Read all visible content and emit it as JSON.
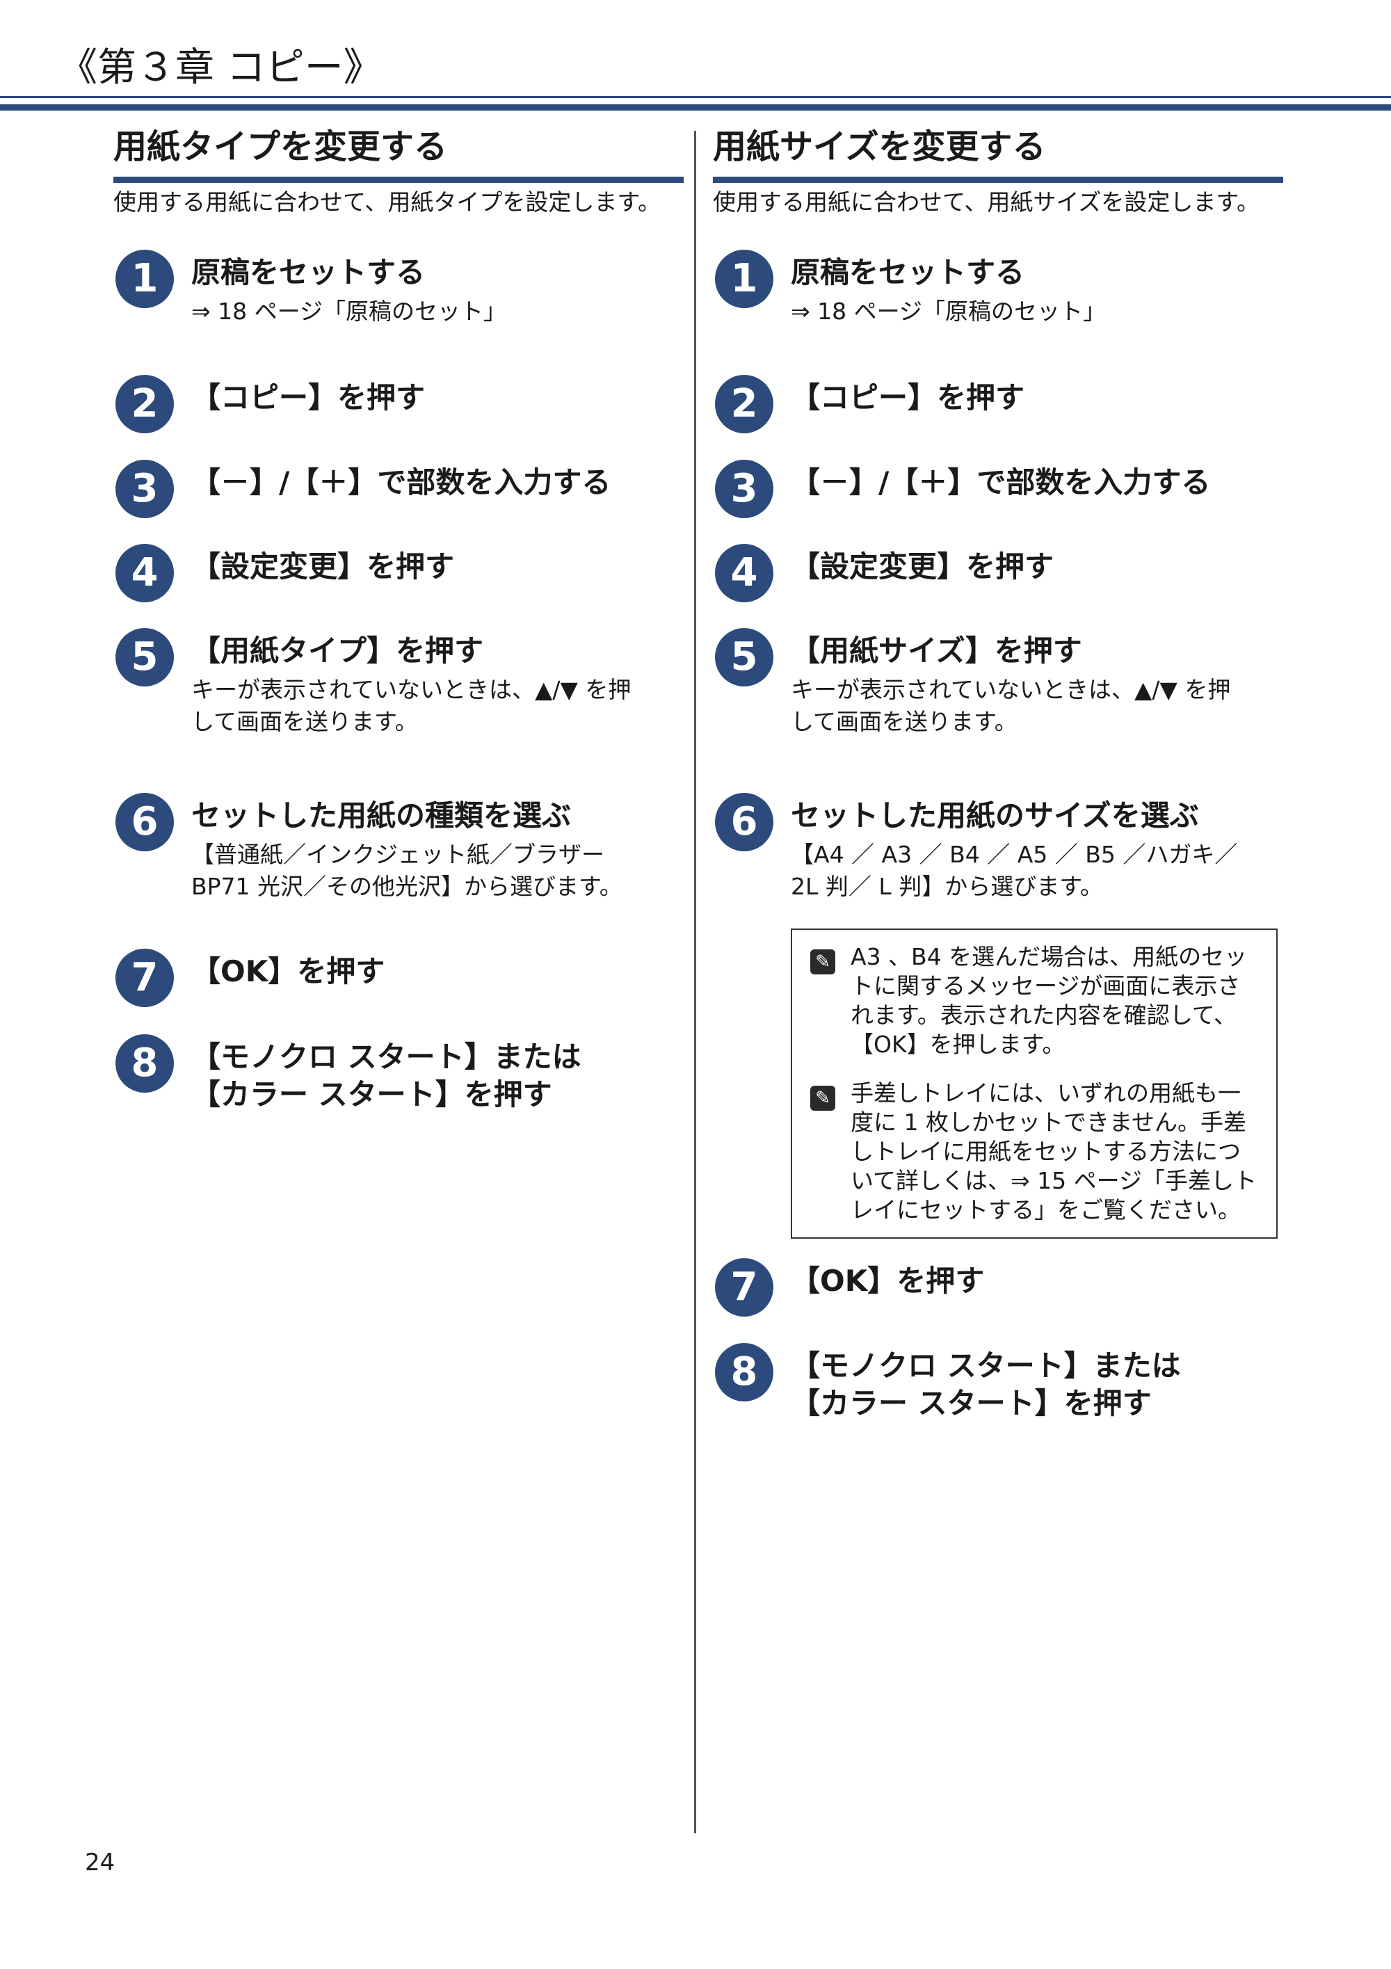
{
  "header": {
    "chapter_title": "《第３章 コピー》"
  },
  "page_number": "24",
  "colors": {
    "accent": "#2c4a7c"
  },
  "columns": [
    {
      "title": "用紙タイプを変更する",
      "description": "使用する用紙に合わせて、用紙タイプを設定します。",
      "steps": [
        {
          "number": "1",
          "title": "原稿をセットする",
          "body": "⇒ 18 ページ「原稿のセット」"
        },
        {
          "number": "2",
          "title": "【コピー】を押す"
        },
        {
          "number": "3",
          "title": "【－】/【＋】で部数を入力する"
        },
        {
          "number": "4",
          "title": "【設定変更】を押す"
        },
        {
          "number": "5",
          "title": "【用紙タイプ】を押す",
          "body": "キーが表示されていないときは、▲/▼ を押して画面を送ります。"
        },
        {
          "number": "6",
          "title": "セットした用紙の種類を選ぶ",
          "body": "【普通紙／インクジェット紙／ブラザー BP71 光沢／その他光沢】から選びます。"
        },
        {
          "number": "7",
          "title": "【OK】を押す"
        },
        {
          "number": "8",
          "title": "【モノクロ スタート】または【カラー スタート】を押す"
        }
      ]
    },
    {
      "title": "用紙サイズを変更する",
      "description": "使用する用紙に合わせて、用紙サイズを設定します。",
      "steps": [
        {
          "number": "1",
          "title": "原稿をセットする",
          "body": "⇒ 18 ページ「原稿のセット」"
        },
        {
          "number": "2",
          "title": "【コピー】を押す"
        },
        {
          "number": "3",
          "title": "【－】/【＋】で部数を入力する"
        },
        {
          "number": "4",
          "title": "【設定変更】を押す"
        },
        {
          "number": "5",
          "title": "【用紙サイズ】を押す",
          "body": "キーが表示されていないときは、▲/▼ を押して画面を送ります。"
        },
        {
          "number": "6",
          "title": "セットした用紙のサイズを選ぶ",
          "body": "【A4 ／ A3 ／ B4 ／ A5 ／ B5 ／ハガキ／ 2L 判／ L 判】から選びます。"
        },
        {
          "number": "7",
          "title": "【OK】を押す"
        },
        {
          "number": "8",
          "title": "【モノクロ スタート】または【カラー スタート】を押す"
        }
      ],
      "notes": [
        {
          "icon": "memo-icon",
          "text": "A3 、B4 を選んだ場合は、用紙のセットに関するメッセージが画面に表示されます。表示された内容を確認して、【OK】を押します。"
        },
        {
          "icon": "memo-icon",
          "text": "手差しトレイには、いずれの用紙も一度に 1 枚しかセットできません。手差しトレイに用紙をセットする方法について詳しくは、⇒ 15 ページ「手差しトレイにセットする」をご覧ください。"
        }
      ]
    }
  ]
}
